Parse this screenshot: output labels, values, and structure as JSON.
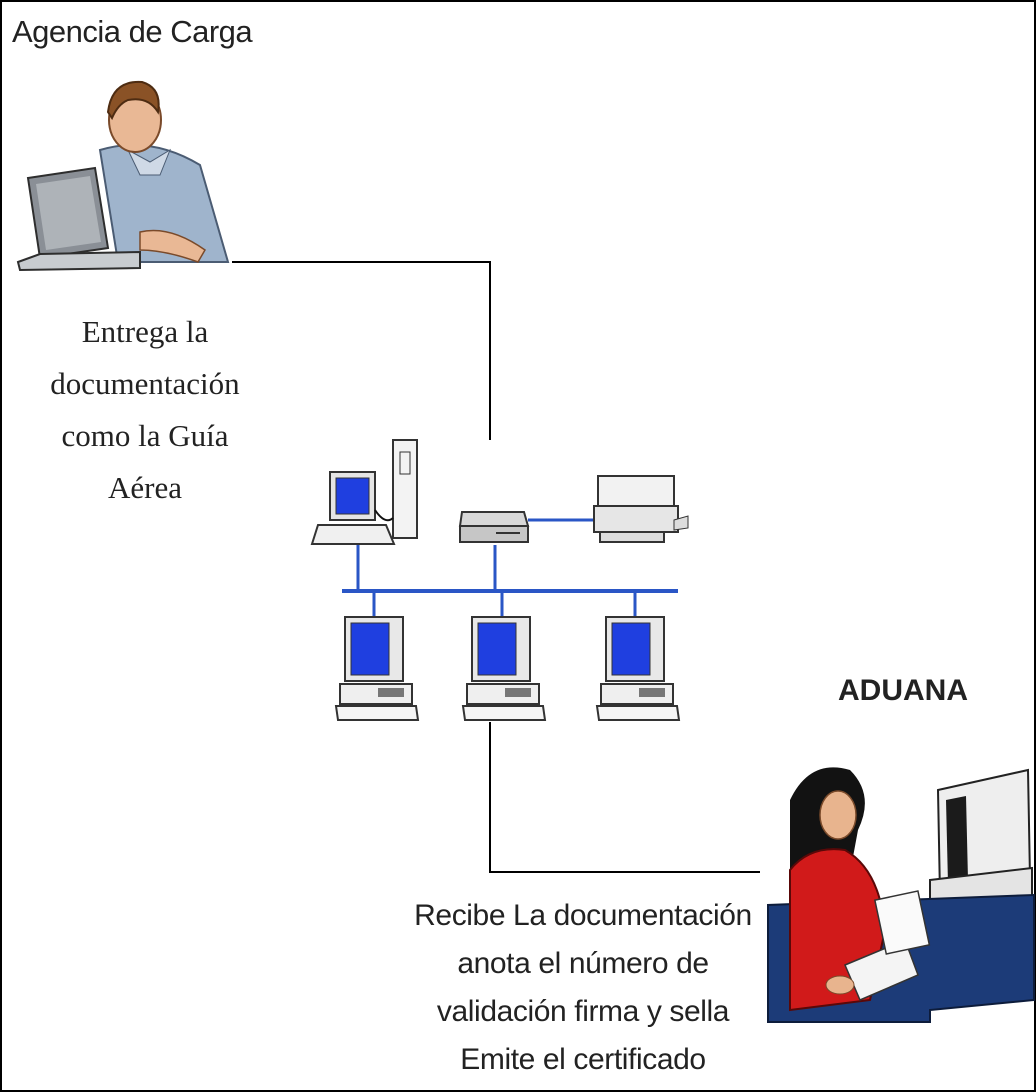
{
  "agency": {
    "title": "Agencia de Carga",
    "description": "Entrega la\ndocumentación\ncomo la Guía\nAérea"
  },
  "customs": {
    "title": "ADUANA",
    "description": "Recibe La documentación\nanota el número de\nvalidación firma y sella\nEmite el certificado"
  },
  "network": {
    "nodes": [
      "server-workstation",
      "hub",
      "printer",
      "client-pc-1",
      "client-pc-2",
      "client-pc-3"
    ]
  },
  "colors": {
    "bus": "#2a56c6",
    "screen": "#1f3fe0",
    "connector": "#000000",
    "woman_blazer": "#d11a1a",
    "desk": "#1c3b78"
  }
}
